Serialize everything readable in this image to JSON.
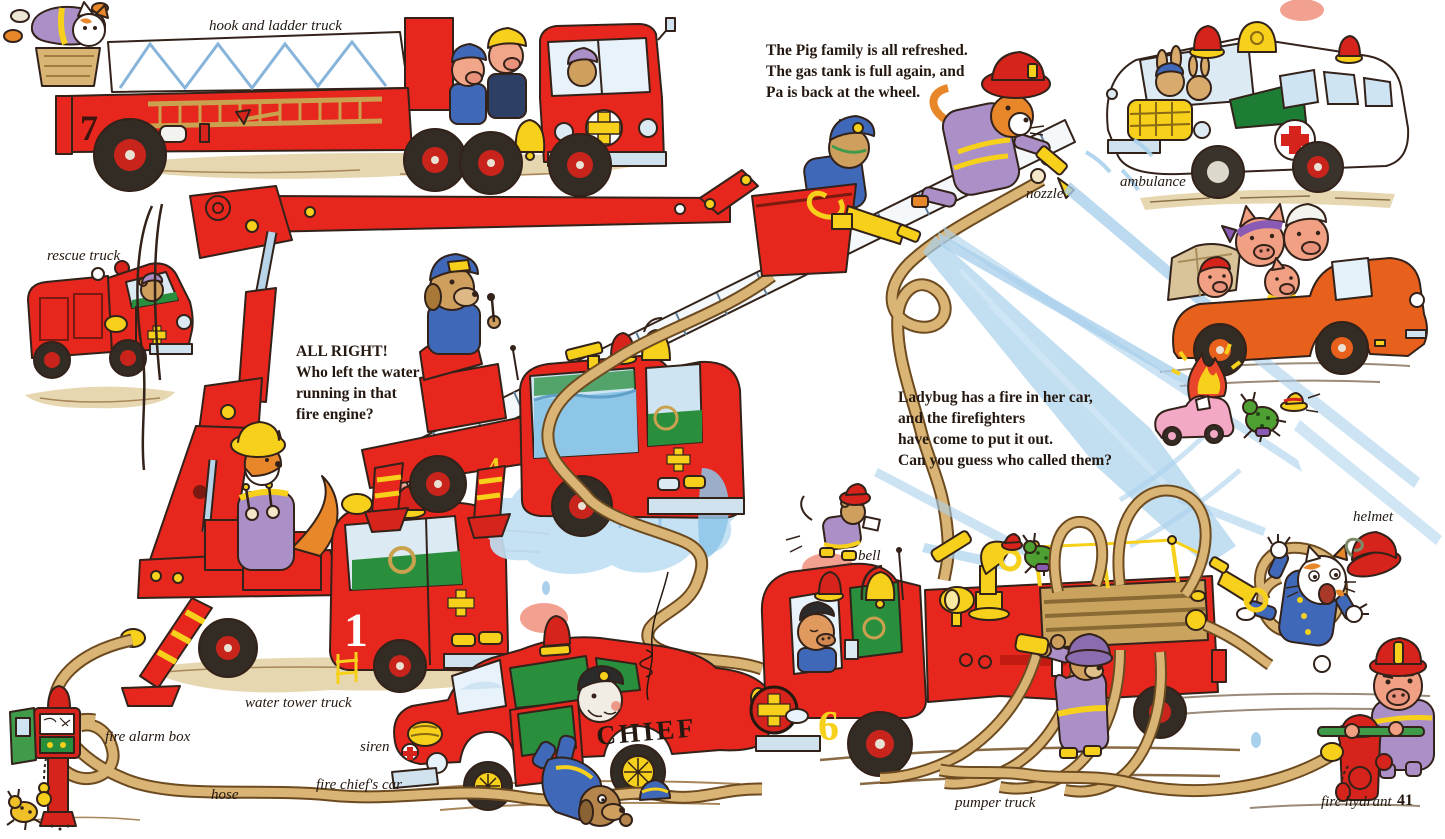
{
  "page": {
    "number": "41"
  },
  "captions": {
    "pig_family": {
      "line1": "The Pig family is all refreshed.",
      "line2": "The gas tank is full again, and",
      "line3": "Pa is back at the wheel."
    },
    "all_right": {
      "line1": "ALL RIGHT!",
      "line2": "Who left the water",
      "line3": "running in that",
      "line4": "fire engine?"
    },
    "ladybug": {
      "line1": "Ladybug has a fire in her car,",
      "line2": "and the firefighters",
      "line3": "have come to put it out.",
      "line4": "Can you guess who called them?"
    }
  },
  "labels": {
    "hook_and_ladder_truck": "hook and ladder truck",
    "rescue_truck": "rescue truck",
    "ambulance": "ambulance",
    "nozzle": "nozzle",
    "helmet": "helmet",
    "bell": "bell",
    "water_tower_truck": "water tower truck",
    "fire_alarm_box": "fire alarm box",
    "siren": "siren",
    "hose": "hose",
    "fire_chiefs_car": "fire chief's car",
    "pumper_truck": "pumper truck",
    "fire_hydrant": "fire hydrant"
  },
  "vehicles": {
    "hook_and_ladder_truck": {
      "number": "7"
    },
    "water_tower_truck": {
      "number": "1"
    },
    "ladder_truck": {
      "number": "4"
    },
    "pumper_truck": {
      "number": "6"
    },
    "fire_chiefs_car": {
      "marking": "CHIEF"
    }
  },
  "colors": {
    "fire_engine_red": "#e7271d",
    "warning_yellow": "#f6d01a",
    "hose_tan": "#d9b475",
    "water_blue": "#a6cfeb",
    "uniform_purple": "#ab90c8",
    "uniform_blue": "#3f69b8",
    "window_green": "#2a8f3d",
    "car_orange": "#e8611c",
    "ladybug_car_pink": "#f3a9c5"
  }
}
